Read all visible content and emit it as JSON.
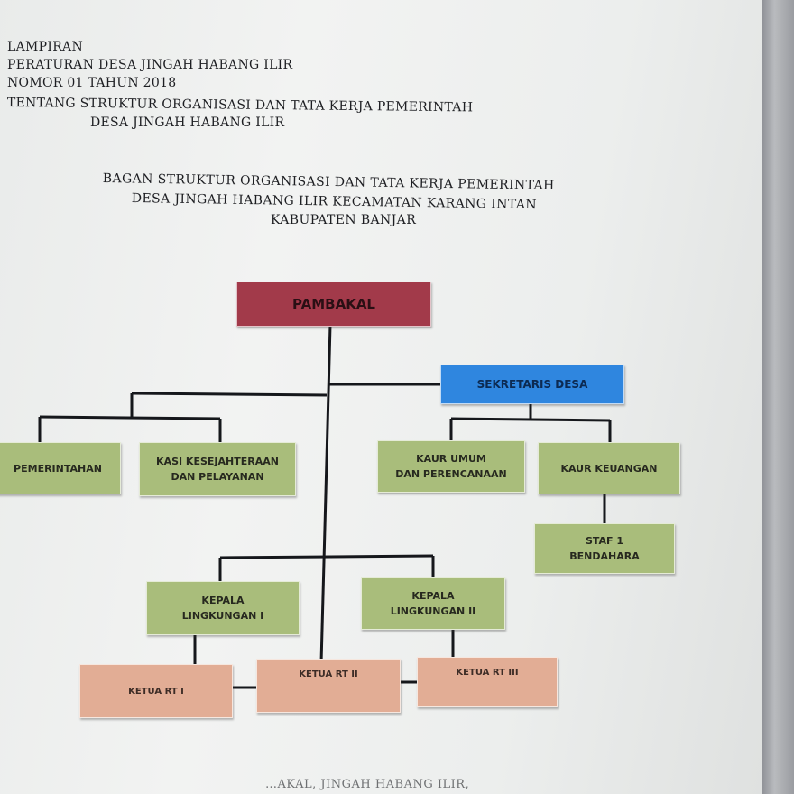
{
  "header": {
    "line1": "LAMPIRAN",
    "line2": "PERATURAN DESA JINGAH HABANG ILIR",
    "line3": "NOMOR 01 TAHUN 2018",
    "line4": "TENTANG STRUKTUR ORGANISASI DAN TATA KERJA PEMERINTAH",
    "line5": "DESA JINGAH HABANG ILIR"
  },
  "chart_title": {
    "line1": "BAGAN STRUKTUR ORGANISASI DAN TATA KERJA PEMERINTAH",
    "line2": "DESA JINGAH HABANG ILIR KECAMATAN KARANG INTAN",
    "line3": "KABUPATEN BANJAR"
  },
  "nodes": {
    "pambakal": "PAMBAKAL",
    "sekretaris": "SEKRETARIS DESA",
    "pemerintahan": "PEMERINTAHAN",
    "kasi_kesejahteraan_1": "KASI KESEJAHTERAAN",
    "kasi_kesejahteraan_2": "DAN PELAYANAN",
    "kaur_umum_1": "KAUR UMUM",
    "kaur_umum_2": "DAN PERENCANAAN",
    "kaur_keuangan": "KAUR KEUANGAN",
    "staf_1": "STAF 1",
    "staf_2": "BENDAHARA",
    "kepala_1a": "KEPALA",
    "kepala_1b": "LINGKUNGAN I",
    "kepala_2a": "KEPALA",
    "kepala_2b": "LINGKUNGAN II",
    "rt1": "KETUA RT I",
    "rt2": "KETUA RT II",
    "rt3": "KETUA RT III"
  },
  "footer": "…AKAL, JINGAH HABANG ILIR,",
  "colors": {
    "pambakal": "#a23a4a",
    "sekretaris": "#2f86df",
    "staff": "#a9bd7b",
    "rt": "#e2ad95"
  }
}
